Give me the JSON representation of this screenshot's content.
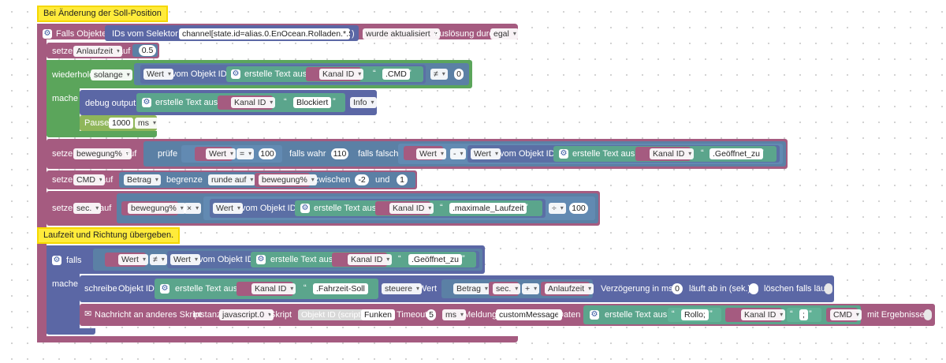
{
  "trigger": {
    "hat": "Bei Änderung der Soll-Position",
    "label": "Falls Objekte",
    "ids_label": "IDs vom Selektor $(",
    "selector": "channel[state.id=alias.0.EnOcean.Rolladen.*.Soll...",
    "close": ")",
    "mode": "wurde aktualisiert",
    "trigger_label": "Auslösung durch",
    "trigger_value": "egal"
  },
  "b1": {
    "setze": "setze",
    "var": "Anlaufzeit",
    "auf": "auf",
    "val": "0.5"
  },
  "b2": {
    "label": "wiederhole",
    "mode": "solange",
    "wert": "Wert",
    "vom": "vom Objekt ID",
    "ct": "erstelle Text aus",
    "kanal": "Kanal ID",
    "str": ".CMD",
    "op": "≠",
    "val": "0",
    "mache": "mache",
    "debug": "debug output",
    "ct2": "erstelle Text aus",
    "kanal2": "Kanal ID",
    "str2": "Blockiert",
    "level": "Info",
    "pause": "Pause",
    "pval": "1000",
    "unit": "ms"
  },
  "b3": {
    "setze": "setze",
    "var": "bewegung%",
    "auf": "auf",
    "pruefe": "prüfe",
    "wert": "Wert",
    "eq": "=",
    "v100": "100",
    "wahr": "falls wahr",
    "v110": "110",
    "falsch": "falls falsch",
    "wert2": "Wert",
    "minus": "-",
    "wert3": "Wert",
    "vom": "vom Objekt ID",
    "ct": "erstelle Text aus",
    "kanal": "Kanal ID",
    "str": ".Geöffnet_zu"
  },
  "b4": {
    "setze": "setze",
    "var": "CMD",
    "auf": "auf",
    "betrag": "Betrag",
    "begrenze": "begrenze",
    "runde": "runde auf",
    "bew": "bewegung%",
    "zw": "zwischen",
    "a": "-2",
    "und": "und",
    "b": "1"
  },
  "b5": {
    "setze": "setze",
    "var": "sec.",
    "auf": "auf",
    "bew": "bewegung%",
    "mul": "×",
    "wert": "Wert",
    "vom": "vom Objekt ID",
    "ct": "erstelle Text aus",
    "kanal": "Kanal ID",
    "str": ".maximale_Laufzeit",
    "div": "÷",
    "val": "100"
  },
  "comment": "Laufzeit und Richtung übergeben.",
  "b6": {
    "falls": "falls",
    "wert": "Wert",
    "ne": "≠",
    "wert2": "Wert",
    "vom": "vom Objekt ID",
    "ct": "erstelle Text aus",
    "kanal": "Kanal ID",
    "str": ".Geöffnet_zu",
    "mache": "mache",
    "schreibe": "schreibe",
    "obj": "Objekt ID",
    "ct2": "erstelle Text aus",
    "kanal2": "Kanal ID",
    "str2": ".Fahrzeit-Soll",
    "steuere": "steuere",
    "wertl": "Wert",
    "betrag": "Betrag",
    "sec": "sec.",
    "plus": "+",
    "anl": "Anlaufzeit",
    "verz": "Verzögerung in ms",
    "v0": "0",
    "ab": "läuft ab in (sek.)",
    "loe": "löschen falls läuft",
    "msg": "Nachricht an anderes Skript",
    "instanz": "Instanz",
    "inst": "javascript.0",
    "skript": "Skript",
    "skript_ph": "Objekt ID (script)",
    "funken": "Funken",
    "timeout": "Timeout",
    "tval": "5",
    "tunit": "ms",
    "meldung": "Meldung",
    "mval": "customMessage",
    "daten": "Daten",
    "ct3": "erstelle Text aus",
    "rollo": "Rollo;",
    "kanal3": "Kanal ID",
    "semi": ";",
    "cmd": "CMD",
    "erg": "mit Ergebnissen"
  },
  "colors": {
    "variables": "#a55b80",
    "text": "#5ba58c",
    "logic": "#5b80a5",
    "loops": "#5ba55b",
    "system": "#5b67a5",
    "comment": "#ffeb3b"
  }
}
